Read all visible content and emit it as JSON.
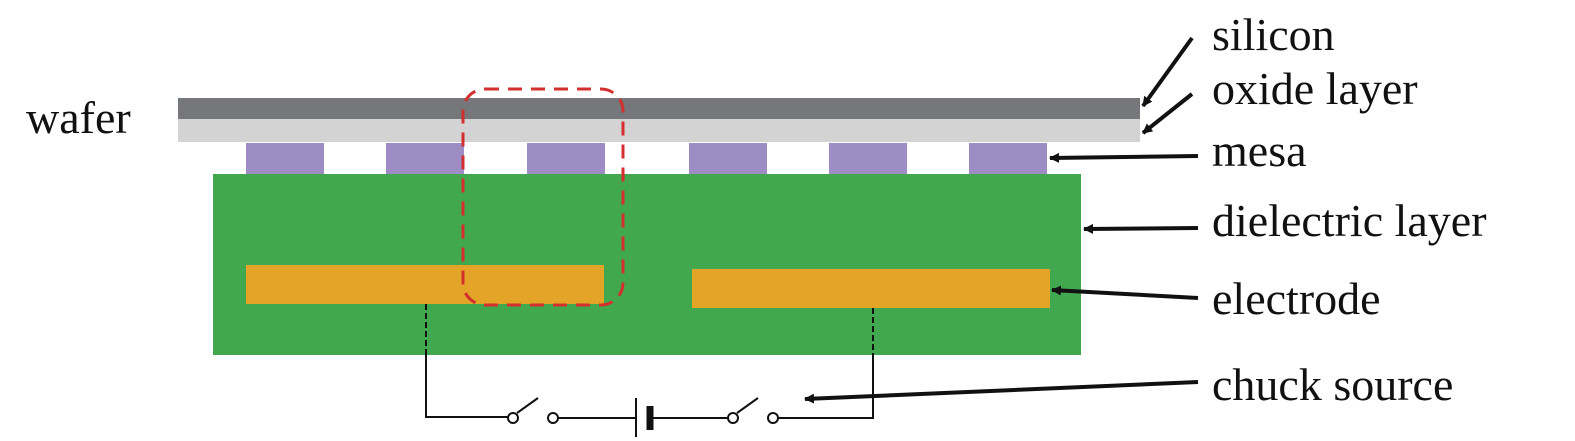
{
  "labels": {
    "wafer": "wafer",
    "silicon": "silicon",
    "oxide_layer": "oxide layer",
    "mesa": "mesa",
    "dielectric_layer": "dielectric layer",
    "electrode": "electrode",
    "chuck_source": "chuck source"
  },
  "colors": {
    "silicon": "#76777b",
    "oxide_layer": "#d3d3d3",
    "mesa": "#9e8cc4",
    "dielectric_layer": "#42a84f",
    "electrode": "#e3a427",
    "highlight": "#d32f2f",
    "wire": "#111111"
  },
  "mesa_count": 6
}
